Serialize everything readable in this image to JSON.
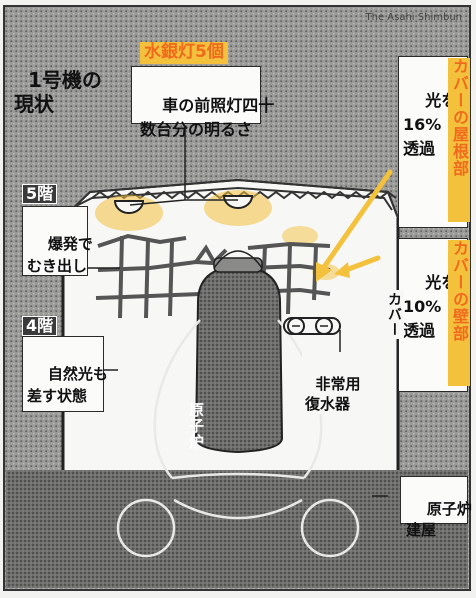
{
  "watermark": "The Asahi Shimbun",
  "title": "1号機の\n現状",
  "lights_header": "水銀灯5個",
  "lights_note": "車の前照灯四十\n数台分の明るさ",
  "roof_tag": "カバーの屋根部",
  "roof_note": "光を\n16%\n透過",
  "wall_tag": "カバーの壁部",
  "wall_note": "光を\n10%\n透過",
  "cover_label": "カバー",
  "floor5_tag": "5階",
  "floor5_note": "爆発で\nむき出し",
  "floor4_tag": "4階",
  "floor4_note": "自然光も\n差す状態",
  "condenser_label": "非常用\n復水器",
  "reactor_label": "原子炉",
  "building_label": "原子炉\n建屋",
  "colors": {
    "accent": "#f4c13c",
    "accent_text": "#f06a1e",
    "ink": "#1a1a1a",
    "paper": "#f2f2f0",
    "grey": "#6d6d6d"
  }
}
